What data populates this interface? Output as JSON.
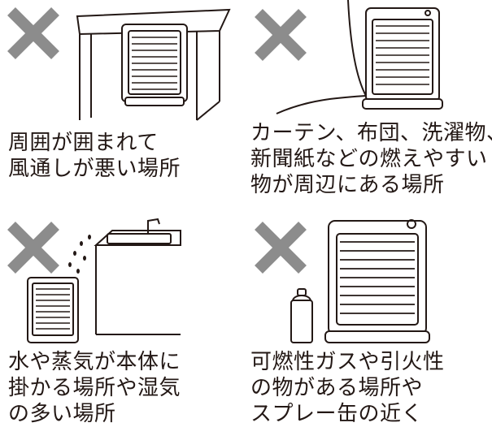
{
  "panels": [
    {
      "id": "enclosed-space",
      "mark_color": "#8c8c8c",
      "caption_lines": [
        "周囲が囲まれて",
        "風通しが悪い場所"
      ]
    },
    {
      "id": "near-flammables",
      "mark_color": "#8c8c8c",
      "caption_lines": [
        "カーテン、布団、洗濯物、",
        "新聞紙などの燃えやすい",
        "物が周辺にある場所"
      ]
    },
    {
      "id": "water-steam",
      "mark_color": "#8c8c8c",
      "caption_lines": [
        "水や蒸気が本体に",
        "掛かる場所や湿気",
        "の多い場所"
      ]
    },
    {
      "id": "flammable-gas",
      "mark_color": "#8c8c8c",
      "caption_lines": [
        "可燃性ガスや引火性",
        "の物がある場所や",
        "スプレー缶の近く"
      ]
    }
  ]
}
